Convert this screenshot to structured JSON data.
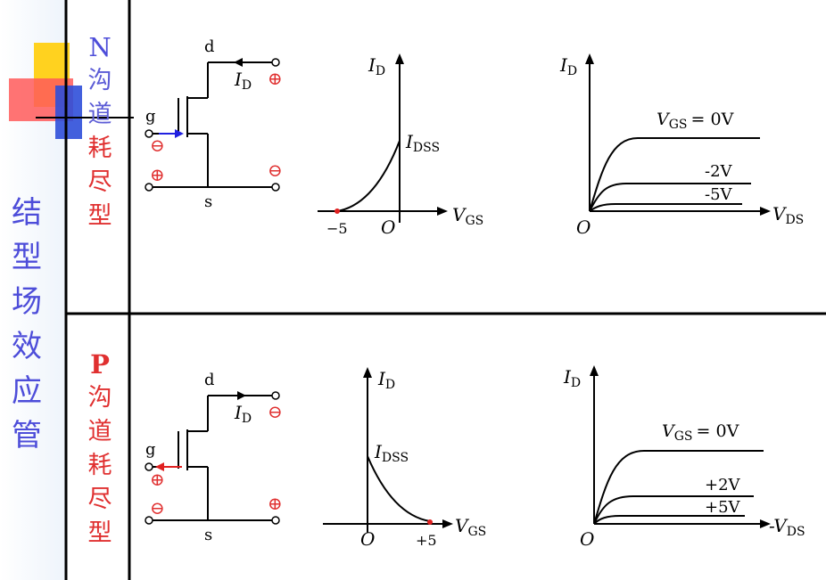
{
  "main_title": "结型场效应管",
  "rows": [
    {
      "id": "n",
      "letter": "N",
      "chars_top": "沟道",
      "chars_bottom": "耗尽型",
      "circuit": {
        "drain": "d",
        "gate": "g",
        "source": "s",
        "id_label": "I",
        "id_sub": "D",
        "plus": "⊕",
        "minus": "⊖"
      },
      "transfer": {
        "y_label": "I",
        "y_sub": "D",
        "x_label": "V",
        "x_sub": "GS",
        "origin": "O",
        "idss": "I",
        "idss_sub": "DSS",
        "tick": "−5"
      },
      "output": {
        "y_label": "I",
        "y_sub": "D",
        "x_label": "V",
        "x_sub": "DS",
        "origin": "O",
        "curves": [
          "V",
          "GS",
          "= 0V",
          "-2V",
          "-5V"
        ]
      }
    },
    {
      "id": "p",
      "letter": "P",
      "chars_top": "沟道",
      "chars_bottom": "耗尽型",
      "circuit": {
        "drain": "d",
        "gate": "g",
        "source": "s",
        "id_label": "I",
        "id_sub": "D",
        "plus": "⊕",
        "minus": "⊖"
      },
      "transfer": {
        "y_label": "I",
        "y_sub": "D",
        "x_label": "V",
        "x_sub": "GS",
        "origin": "O",
        "idss": "I",
        "idss_sub": "DSS",
        "tick": "+5"
      },
      "output": {
        "y_label": "I",
        "y_sub": "D",
        "x_label": "-V",
        "x_sub": "DS",
        "origin": "O",
        "curves": [
          "V",
          "GS",
          "= 0V",
          "+2V",
          "+5V"
        ]
      }
    }
  ],
  "colors": {
    "blue_text": "#4d4dd9",
    "red_text": "#e03030",
    "arrow_blue": "#2020e0",
    "arrow_red": "#e02020",
    "deco_yellow": "#ffd21f",
    "deco_red": "#ff4d4d",
    "deco_blue": "#2f4fd9"
  }
}
